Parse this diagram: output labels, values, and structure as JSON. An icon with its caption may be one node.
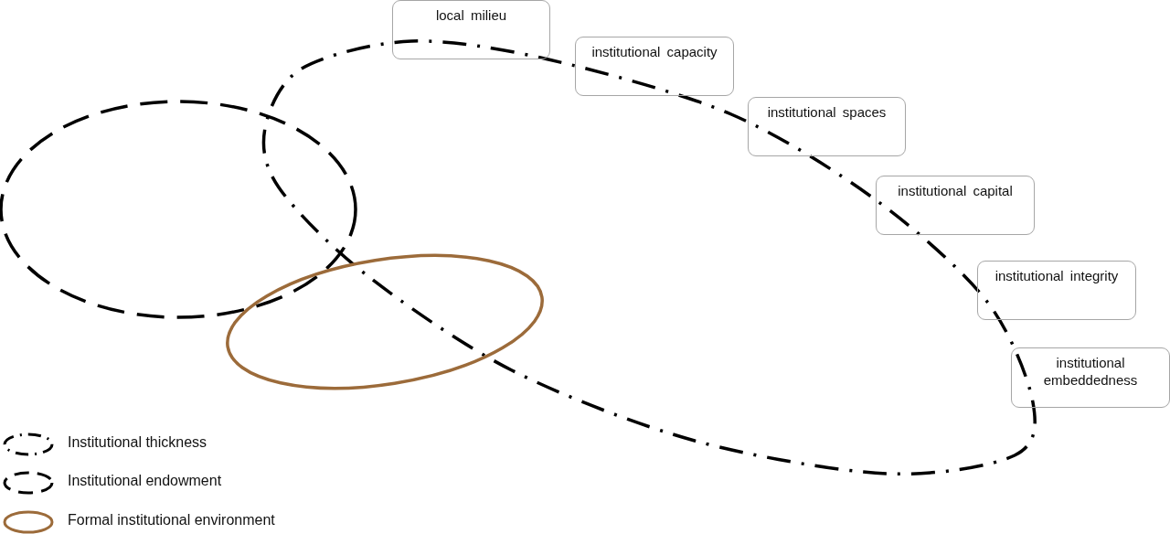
{
  "diagram": {
    "nodes": [
      {
        "text": [
          "local milieu"
        ]
      },
      {
        "text": [
          "institutional capacity"
        ]
      },
      {
        "text": [
          "institutional spaces"
        ]
      },
      {
        "text": [
          "institutional capital"
        ]
      },
      {
        "text": [
          "institutional integrity"
        ]
      },
      {
        "text": [
          "institutional embeddedness"
        ]
      }
    ],
    "edges": [],
    "legend": [
      {
        "text": "Institutional thickness"
      },
      {
        "text": "Institutional endowment"
      },
      {
        "text": "Formal institutional environment"
      }
    ]
  }
}
